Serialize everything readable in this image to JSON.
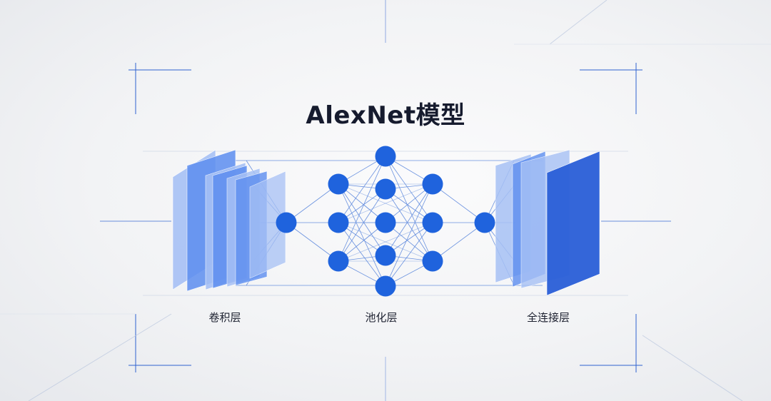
{
  "title": "AlexNet模型",
  "labels": {
    "conv": "卷积层",
    "pool": "池化层",
    "fc": "全连接层"
  },
  "colors": {
    "node": "#1f63dd",
    "layer_dark": "#2a5fd8",
    "layer_mid": "#5d8ef0",
    "layer_light": "#a7c1f5",
    "line": "#3a6fd6",
    "title": "#161b2e"
  }
}
